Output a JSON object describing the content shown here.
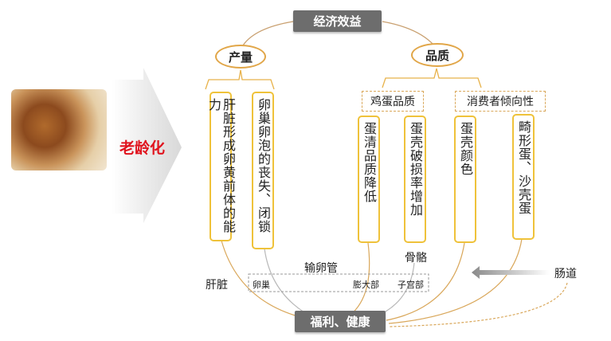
{
  "top": {
    "title": "经济效益"
  },
  "categories": {
    "yield": "产量",
    "quality": "品质"
  },
  "quality_groups": {
    "egg_quality": "鸡蛋品质",
    "consumer": "消费者倾向性"
  },
  "factors": {
    "liver": "肝脏形成卵黄前体的能力",
    "ovary": "卵巢卵泡的丧失、闭锁",
    "albumen": "蛋清品质降低",
    "shell_break": "蛋壳破损率增加",
    "shell_color": "蛋壳颜色",
    "abnormal": "畸形蛋、沙壳蛋"
  },
  "aging": "老龄化",
  "organs": {
    "liver": "肝脏",
    "oviduct": "输卵管",
    "ovary": "卵巢",
    "magnum": "膨大部",
    "uterus": "子宫部",
    "bone": "骨骼",
    "intestine": "肠道"
  },
  "bottom": {
    "title": "福利、健康"
  },
  "colors": {
    "header_bg": "#6d6d6d",
    "oval_border": "#e1a648",
    "box_border": "#efc23a",
    "aging_text": "#e0141e"
  }
}
